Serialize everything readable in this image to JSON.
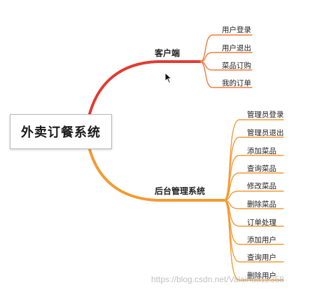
{
  "root": {
    "label": "外卖订餐系统"
  },
  "branches": [
    {
      "label": "客户端",
      "color": "#e23b33",
      "leaf_color": "#f07c3a",
      "leaves": [
        "用户登录",
        "用户退出",
        "菜品订购",
        "我的订单"
      ]
    },
    {
      "label": "后台管理系统",
      "color": "#f39a33",
      "leaf_color": "#f39a33",
      "leaves": [
        "管理员登录",
        "管理员退出",
        "添加菜品",
        "查询菜品",
        "修改菜品",
        "删除菜品",
        "订单处理",
        "添加用户",
        "查询用户",
        "删除用户"
      ]
    }
  ],
  "watermark": "https://blog.csdn.net/Valaindu12358",
  "cursor_icon": "arrow-cursor-icon"
}
